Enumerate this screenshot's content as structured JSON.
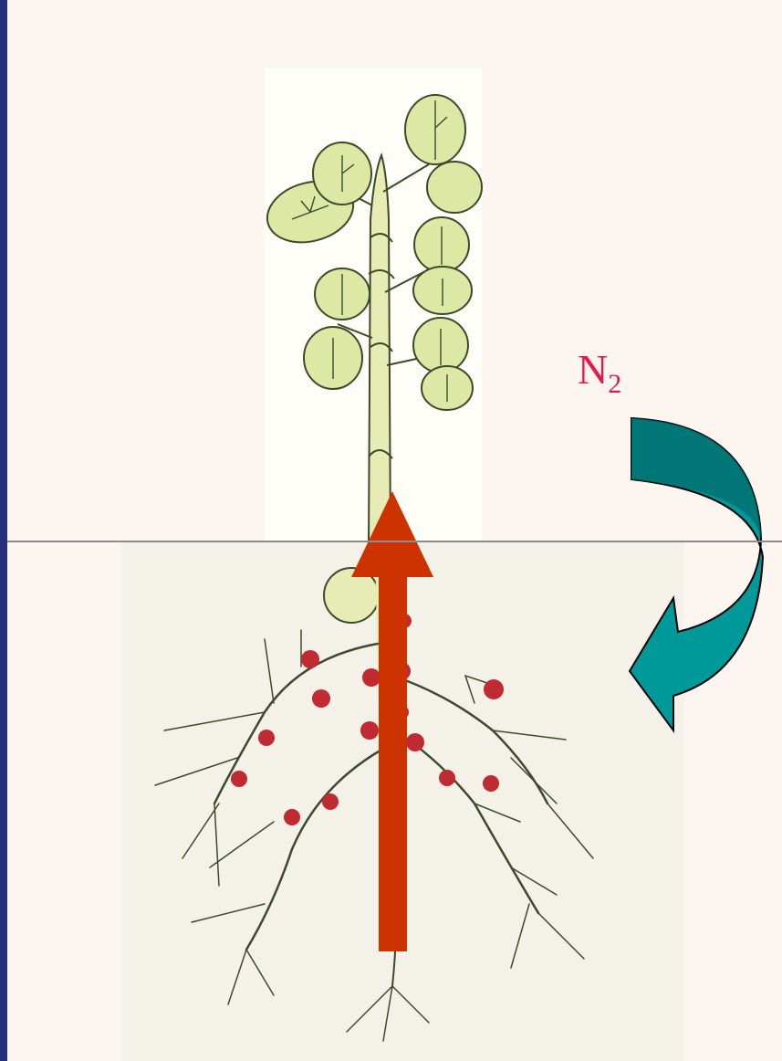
{
  "diagram": {
    "gas_label": "N",
    "gas_subscript": "2",
    "colors": {
      "background": "#fdf6f0",
      "left_bar": "#26307a",
      "gas_label": "#e8174b",
      "up_arrow": "#cc3300",
      "curved_arrow_light": "#00999a",
      "curved_arrow_dark": "#006e6e",
      "leaf_fill": "#dde8a4",
      "stem_fill": "#e6ecb4",
      "nodule": "#c02a30",
      "outline": "#3b4a2a"
    },
    "icons": {
      "plant": "legume-plant-illustration",
      "nodules": "root-nodule-dots",
      "transport_arrow": "arrow-up",
      "fixation_arrow": "curved-arrow-down-left"
    }
  }
}
